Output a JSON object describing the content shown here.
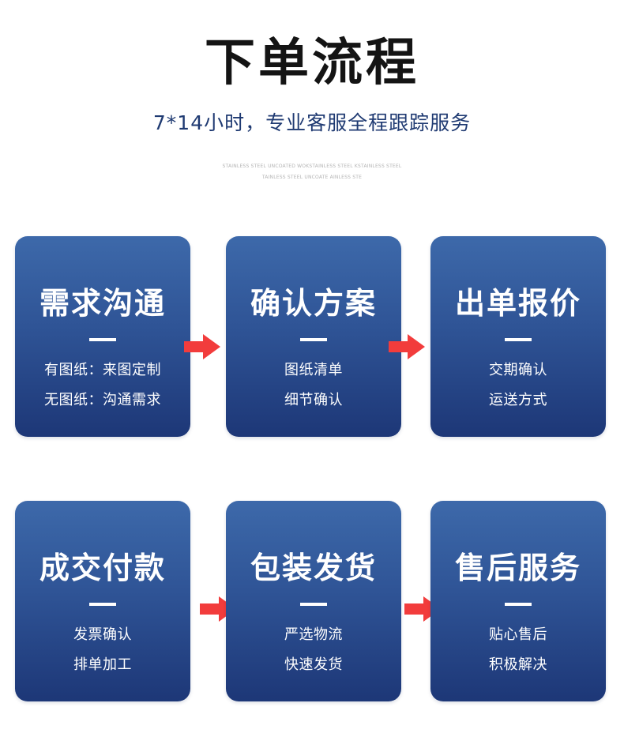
{
  "header": {
    "title": "下单流程",
    "subtitle": "7*14小时，专业客服全程跟踪服务",
    "tagline_line1": "STAINLESS STEEL UNCOATED WOKSTAINLESS STEEL KSTAINLESS STEEL",
    "tagline_line2": "TAINLESS STEEL UNCOATE AINLESS STE"
  },
  "steps": [
    {
      "title": "需求沟通",
      "line1": "有图纸：来图定制",
      "line2": "无图纸：沟通需求"
    },
    {
      "title": "确认方案",
      "line1": "图纸清单",
      "line2": "细节确认"
    },
    {
      "title": "出单报价",
      "line1": "交期确认",
      "line2": "运送方式"
    },
    {
      "title": "成交付款",
      "line1": "发票确认",
      "line2": "排单加工"
    },
    {
      "title": "包装发货",
      "line1": "严选物流",
      "line2": "快速发货"
    },
    {
      "title": "售后服务",
      "line1": "贴心售后",
      "line2": "积极解决"
    }
  ],
  "colors": {
    "card_top": "#3d69aa",
    "card_bottom": "#1d3777",
    "arrow": "#f23c3c",
    "subtitle": "#1f3a72"
  },
  "icons": {
    "arrow": "arrow-right-icon"
  }
}
